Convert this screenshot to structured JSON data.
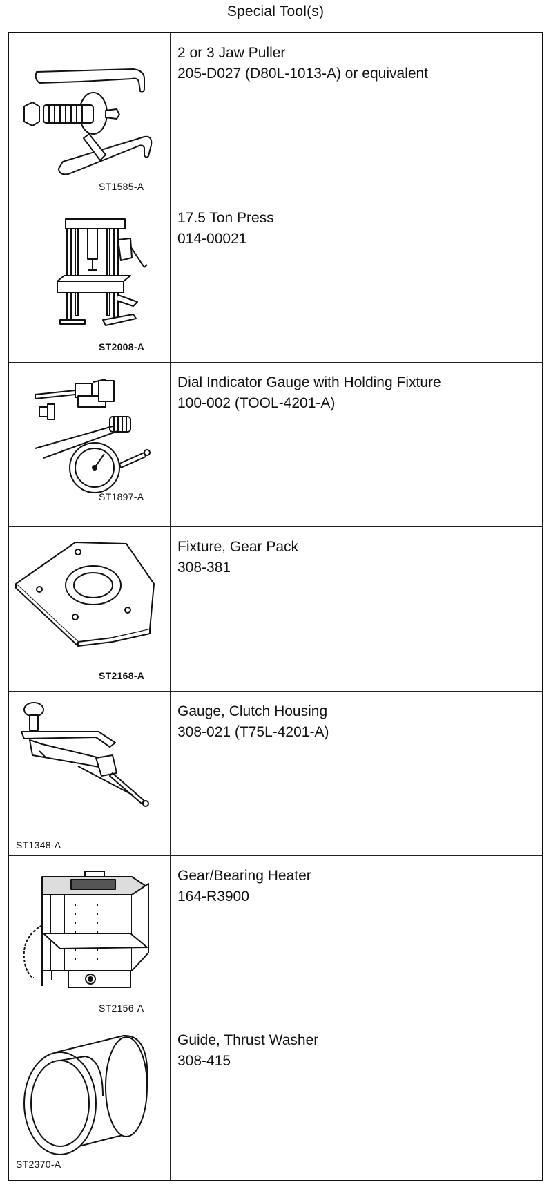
{
  "title": "Special Tool(s)",
  "tools": [
    {
      "name": "2 or 3 Jaw Puller",
      "number": "205-D027 (D80L-1013-A) or equivalent",
      "ref": "ST1585-A",
      "icon": "jaw-puller-icon"
    },
    {
      "name": "17.5 Ton Press",
      "number": "014-00021",
      "ref": "ST2008-A",
      "icon": "press-icon"
    },
    {
      "name": "Dial Indicator Gauge with Holding Fixture",
      "number": "100-002 (TOOL-4201-A)",
      "ref": "ST1897-A",
      "icon": "dial-indicator-icon"
    },
    {
      "name": "Fixture, Gear Pack",
      "number": "308-381",
      "ref": "ST2168-A",
      "icon": "gear-pack-fixture-icon"
    },
    {
      "name": "Gauge, Clutch Housing",
      "number": "308-021 (T75L-4201-A)",
      "ref": "ST1348-A",
      "icon": "clutch-housing-gauge-icon"
    },
    {
      "name": "Gear/Bearing Heater",
      "number": "164-R3900",
      "ref": "ST2156-A",
      "icon": "bearing-heater-icon"
    },
    {
      "name": "Guide, Thrust Washer",
      "number": "308-415",
      "ref": "ST2370-A",
      "icon": "thrust-washer-guide-icon"
    }
  ]
}
